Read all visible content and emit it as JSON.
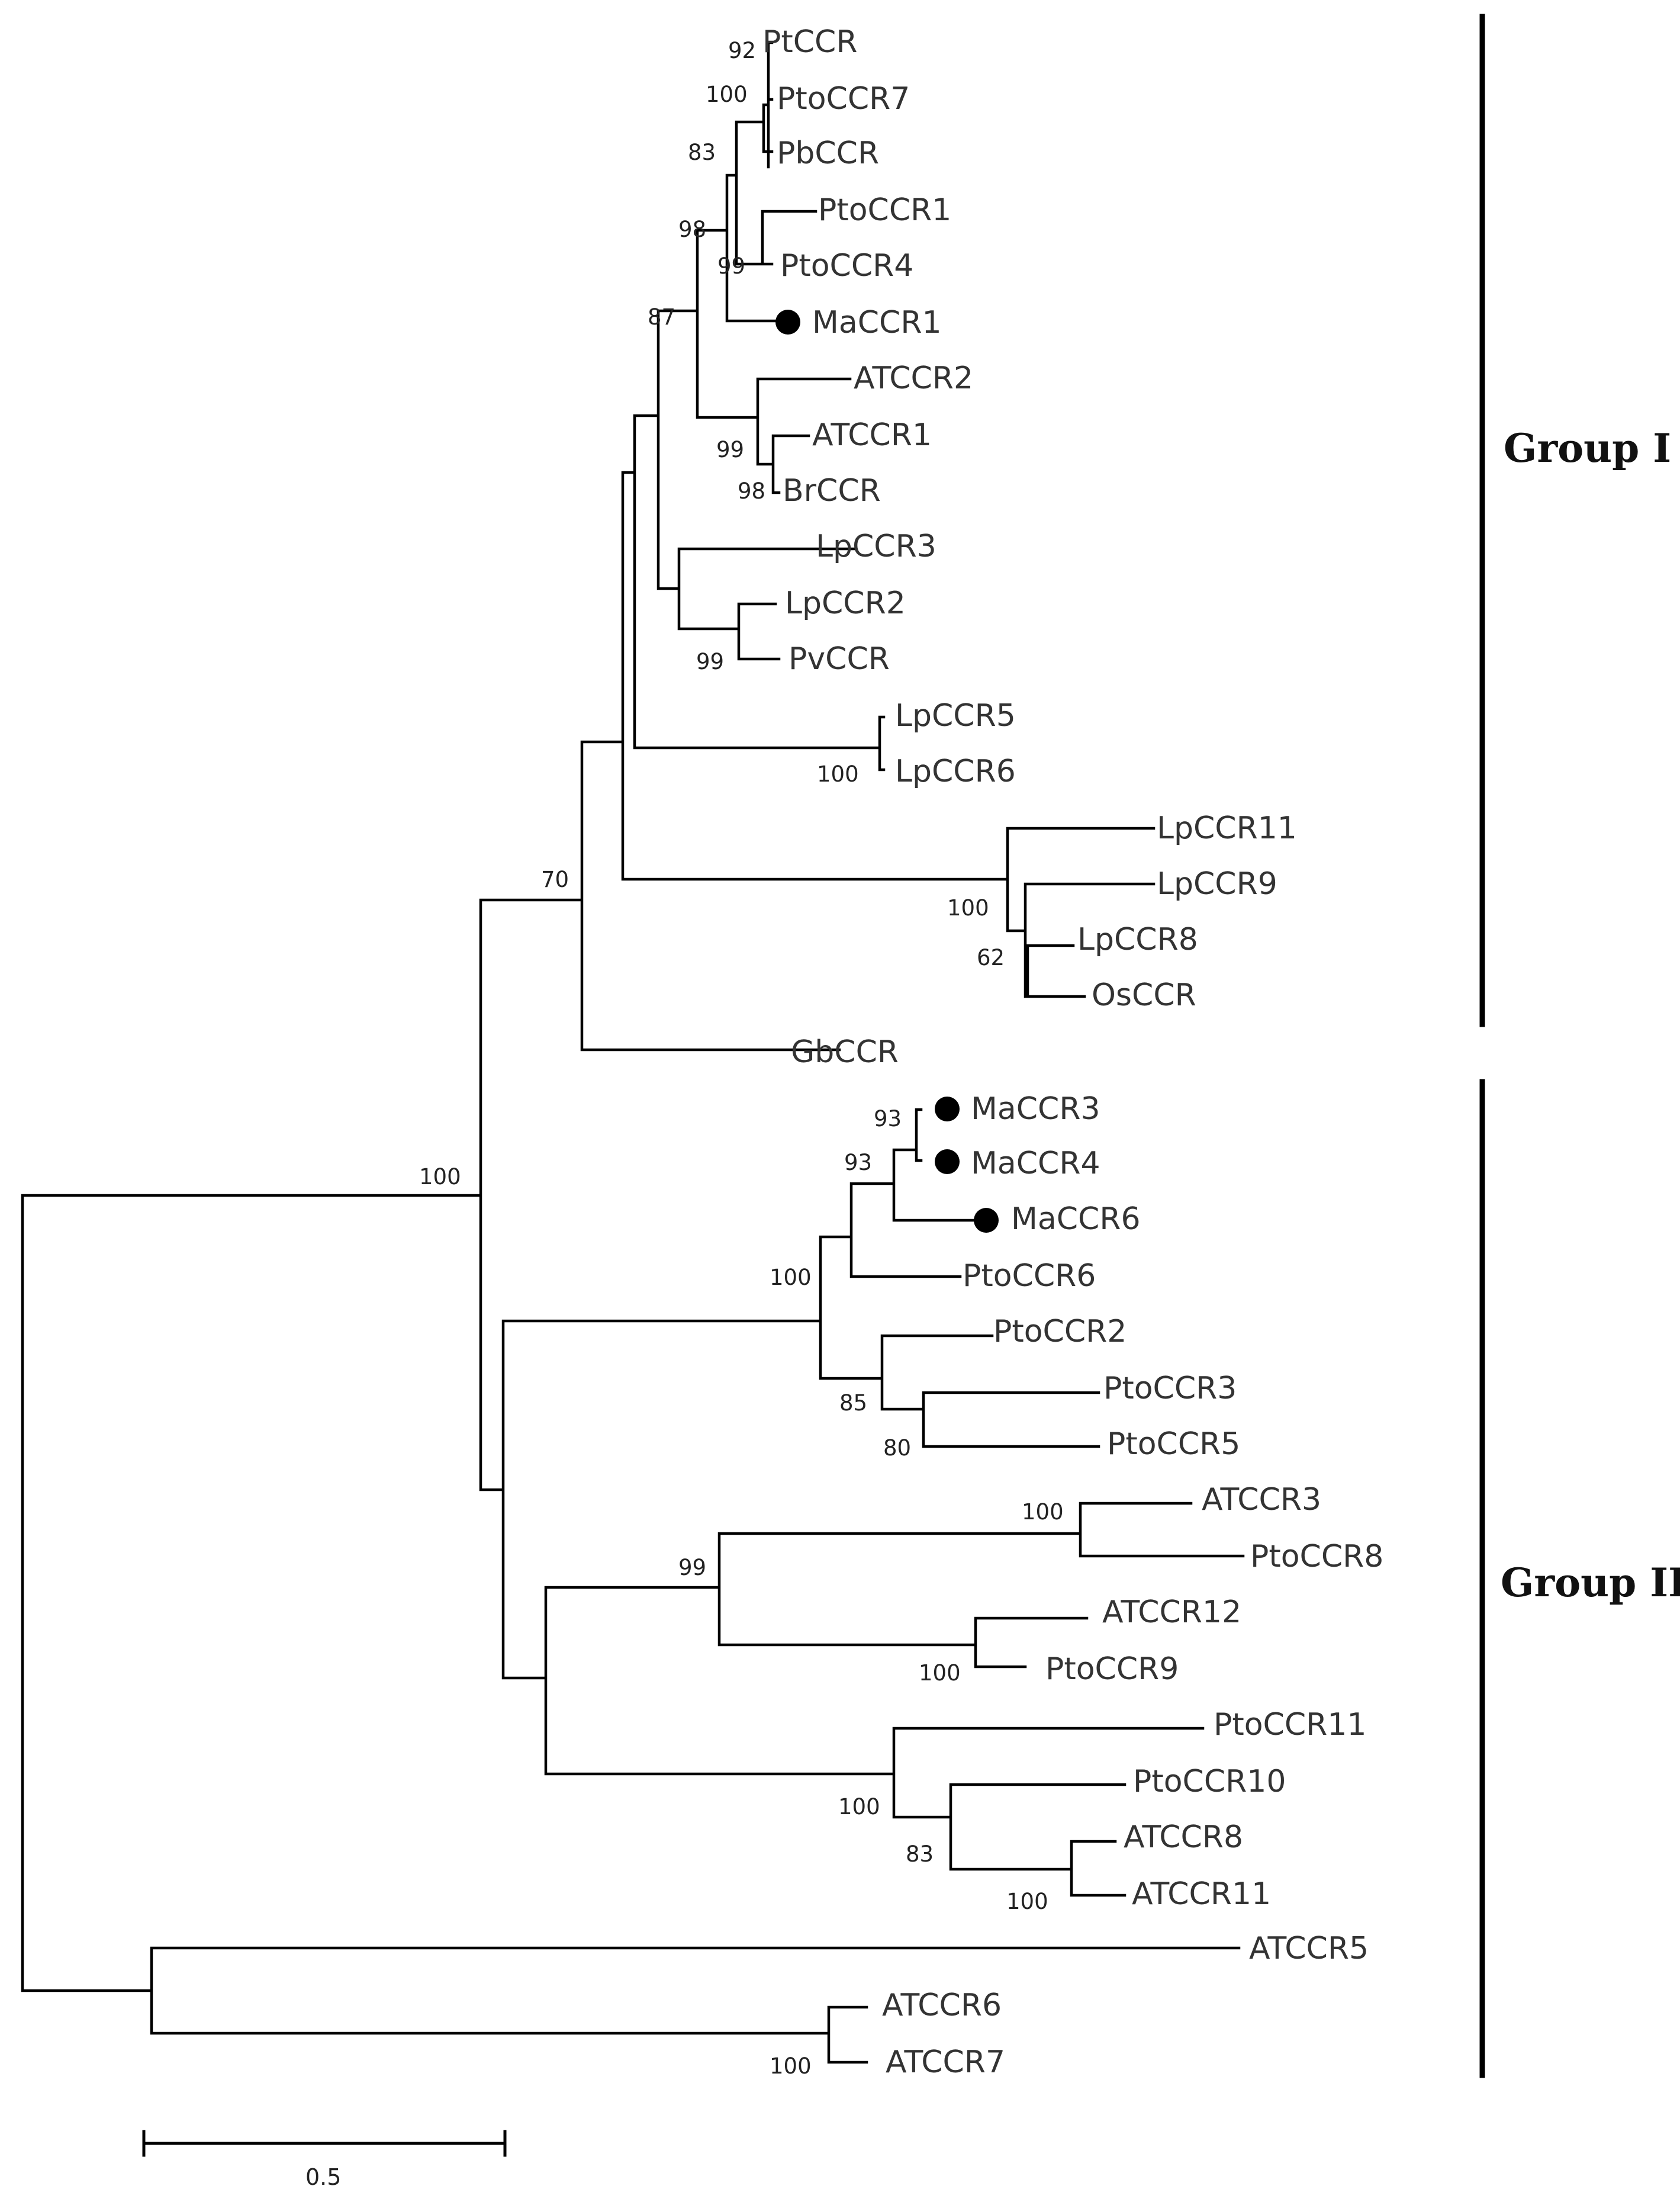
{
  "tree": {
    "leaves": {
      "PtCCR": "PtCCR",
      "PtoCCR7": "PtoCCR7",
      "PbCCR": "PbCCR",
      "PtoCCR1": "PtoCCR1",
      "PtoCCR4": "PtoCCR4",
      "MaCCR1": "MaCCR1",
      "ATCCR2": "ATCCR2",
      "ATCCR1": "ATCCR1",
      "BrCCR": "BrCCR",
      "LpCCR3": "LpCCR3",
      "LpCCR2": "LpCCR2",
      "PvCCR": "PvCCR",
      "LpCCR5": "LpCCR5",
      "LpCCR6": "LpCCR6",
      "LpCCR11": "LpCCR11",
      "LpCCR9": "LpCCR9",
      "LpCCR8": "LpCCR8",
      "OsCCR": "OsCCR",
      "GbCCR": "GbCCR",
      "MaCCR3": "MaCCR3",
      "MaCCR4": "MaCCR4",
      "MaCCR6": "MaCCR6",
      "PtoCCR6": "PtoCCR6",
      "PtoCCR2": "PtoCCR2",
      "PtoCCR3": "PtoCCR3",
      "PtoCCR5": "PtoCCR5",
      "ATCCR3": "ATCCR3",
      "PtoCCR8": "PtoCCR8",
      "ATCCR12": "ATCCR12",
      "PtoCCR9": "PtoCCR9",
      "PtoCCR11": "PtoCCR11",
      "PtoCCR10": "PtoCCR10",
      "ATCCR8": "ATCCR8",
      "ATCCR11": "ATCCR11",
      "ATCCR5": "ATCCR5",
      "ATCCR6": "ATCCR6",
      "ATCCR7": "ATCCR7"
    },
    "highlighted": [
      "MaCCR1",
      "MaCCR3",
      "MaCCR4",
      "MaCCR6"
    ],
    "supports": {
      "pt_pto7": "92",
      "pt_pto7_pb": "100",
      "poplar_clade": "83",
      "pto1_pto4": "99",
      "poplar_maccr1": "98",
      "atccr_group": "99",
      "atccr1_brccr": "98",
      "rosid_clade": "87",
      "lpccr2_pvccr": "99",
      "lpccr5_lpccr6": "100",
      "lpccr11_clade": "100",
      "lpccr8_osccr": "62",
      "group1_gbccr": "70",
      "maccr3_maccr4": "93",
      "maccr_clade": "93",
      "pto6_clade": "100",
      "pto2_clade": "85",
      "pto3_pto5": "80",
      "atccr3_pto8": "100",
      "atccr12_pto9": "100",
      "atccr3_clade": "99",
      "pto11_clade": "100",
      "pto10_clade": "83",
      "atccr8_atccr11": "100",
      "root_ingroup": "100",
      "atccr6_atccr7": "100"
    }
  },
  "groups": {
    "group1": "Group I",
    "group2": "Group II"
  },
  "scale_bar": {
    "label": "0.5"
  }
}
